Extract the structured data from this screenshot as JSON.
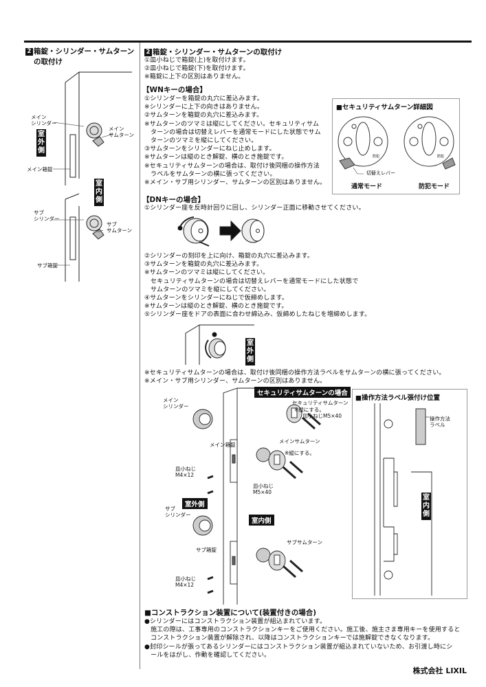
{
  "left": {
    "badge": "2",
    "title_line1": "箱錠・シリンダー・サムターン",
    "title_line2": "の取付け",
    "labels": {
      "main_cylinder": [
        "メイン",
        "シリンダー"
      ],
      "main_thumbturn": [
        "メイン",
        "サムターン"
      ],
      "outdoor": "室外側",
      "main_case_lock": "メイン箱錠",
      "indoor": "室内側",
      "sub_cylinder": [
        "サブ",
        "シリンダー"
      ],
      "sub_thumbturn": [
        "サブ",
        "サムターン"
      ],
      "sub_case_lock": "サブ箱錠"
    }
  },
  "right": {
    "badge": "2",
    "title": "箱錠・シリンダー・サムターンの取付け",
    "intro": [
      "①皿小ねじで箱錠(上)を取付けます。",
      "②皿小ねじで箱錠(下)を取付けます。",
      "※箱錠に上下の区別はありません。"
    ],
    "wn_heading": "【WNキーの場合】",
    "wn_lines": [
      "①シリンダーを箱錠の丸穴に差込みます。",
      "※シリンダーに上下の向きはありません。",
      "②サムターンを箱錠の丸穴に差込みます。",
      "※サムターンのツマミは縦にしてください。セキュリティサム",
      "ターンの場合は切替えレバーを通常モードにした状態でサム",
      "ターンのツマミを縦にしてください。",
      "③サムターンをシリンダーにねじ止めします。",
      "※サムターンは縦のとき解錠、横のとき施錠です。",
      "※セキュリティサムターンの場合は、取付け後同梱の操作方法",
      "ラベルをサムターンの横に張ってください。",
      "※メイン・サブ用シリンダー、サムターンの区別はありません。"
    ],
    "security_panel": {
      "title": "■セキュリティサムターン詳細図",
      "lever_label": "切替えレバー",
      "knob_mark": "防犯",
      "normal_mode": "通常モード",
      "crime_mode": "防犯モード"
    },
    "dn_heading": "【DNキーの場合】",
    "dn_step1": "①シリンダー座を反時計回りに回し、シリンダー正面に移動させてください。",
    "dn_lines": [
      "②シリンダーの刻印を上に向け、箱錠の丸穴に差込みます。",
      "③サムターンを箱錠の丸穴に差込みます。",
      "※サムターンのツマミは縦にしてください。",
      "セキュリティサムターンの場合は切替えレバーを通常モードにした状態で",
      "サムターンのツマミを縦にしてください。",
      "④サムターンをシリンダーにねじで仮締めします。",
      "※サムターンは縦のとき解錠、横のとき施錠です。",
      "⑤シリンダー座をドアの表面に合わせ締込み、仮締めしたねじを増締めします。"
    ],
    "door_outdoor": "室外側",
    "notes": [
      "※セキュリティサムターンの場合は、取付け後同梱の操作方法ラベルをサムターンの横に張ってください。",
      "※メイン・サブ用シリンダー、サムターンの区別はありません。"
    ],
    "assembly": {
      "security_case": "セキュリティサムターンの場合",
      "main_cylinder": [
        "メイン",
        "シリンダー"
      ],
      "security_thumbturn": "セキュリティサムターン",
      "vertical_note1": "※縦にする。",
      "screw_m5_a": "皿小ねじM5×40",
      "main_case_lock": "メイン箱錠",
      "main_thumbturn": "メインサムターン",
      "vertical_note2": "※縦にする。",
      "screw_m4_a": [
        "皿小ねじ",
        "M4×12"
      ],
      "screw_m5_b": [
        "皿小ねじ",
        "M5×40"
      ],
      "outdoor": "室外側",
      "indoor": "室内側",
      "sub_cylinder": [
        "サブ",
        "シリンダー"
      ],
      "sub_case_lock": "サブ箱錠",
      "sub_thumbturn": "サブサムターン",
      "screw_m4_b": [
        "皿小ねじ",
        "M4×12"
      ]
    },
    "label_panel": {
      "title": "■操作方法ラベル張付け位置",
      "label": [
        "操作方法",
        "ラベル"
      ],
      "indoor": "室内側"
    },
    "construction": {
      "title": "■コンストラクション装置について(装置付きの場合)",
      "lines": [
        "●シリンダーにはコンストラクション装置が組込まれています。",
        "施工の際は、工事専用のコンストラクションキーをご使用ください。施工後、施主さま専用キーを使用すると",
        "コンストラクション装置が解除され、以降はコンストラクションキーでは施解錠できなくなります。",
        "●封印シールが張ってあるシリンダーにはコンストラクション装置が組込まれていないため、お引渡し時にシ",
        "ールをはがし、作動を確認してください。"
      ]
    },
    "company": "株式会社 LIXIL"
  }
}
